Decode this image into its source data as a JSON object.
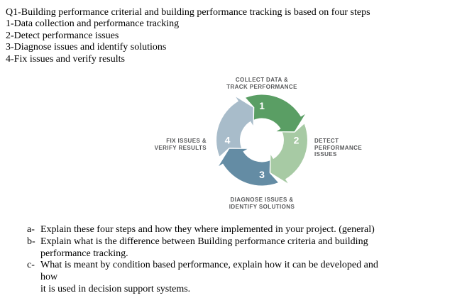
{
  "intro": {
    "title": "Q1-Building performance criterial and building performance tracking is based on four steps",
    "steps": [
      "1-Data collection and performance tracking",
      "2-Detect performance issues",
      "3-Diagnose issues and identify solutions",
      "4-Fix issues and verify results"
    ]
  },
  "cycle": {
    "label_color": "#58595b",
    "number_color": "#ffffff",
    "segments": [
      {
        "number": "1",
        "color": "#5a9e64",
        "label_lines": [
          "COLLECT DATA &",
          "TRACK PERFORMANCE"
        ]
      },
      {
        "number": "2",
        "color": "#a7caa4",
        "label_lines": [
          "DETECT",
          "PERFORMANCE",
          "ISSUES"
        ]
      },
      {
        "number": "3",
        "color": "#648ca4",
        "label_lines": [
          "DIAGNOSE ISSUES &",
          "IDENTIFY SOLUTIONS"
        ]
      },
      {
        "number": "4",
        "color": "#a8bcca",
        "label_lines": [
          "FIX ISSUES &",
          "VERIFY RESULTS"
        ]
      }
    ]
  },
  "questions": [
    {
      "marker": "a-",
      "lines": [
        "Explain these four steps and how they where implemented in your project. (general)"
      ]
    },
    {
      "marker": "b-",
      "lines": [
        "Explain what is the difference between Building performance criteria and building",
        "performance tracking."
      ]
    },
    {
      "marker": "c-",
      "lines": [
        "What is meant by condition based performance, explain how it can be developed and how",
        "it is used in decision support systems."
      ]
    }
  ]
}
